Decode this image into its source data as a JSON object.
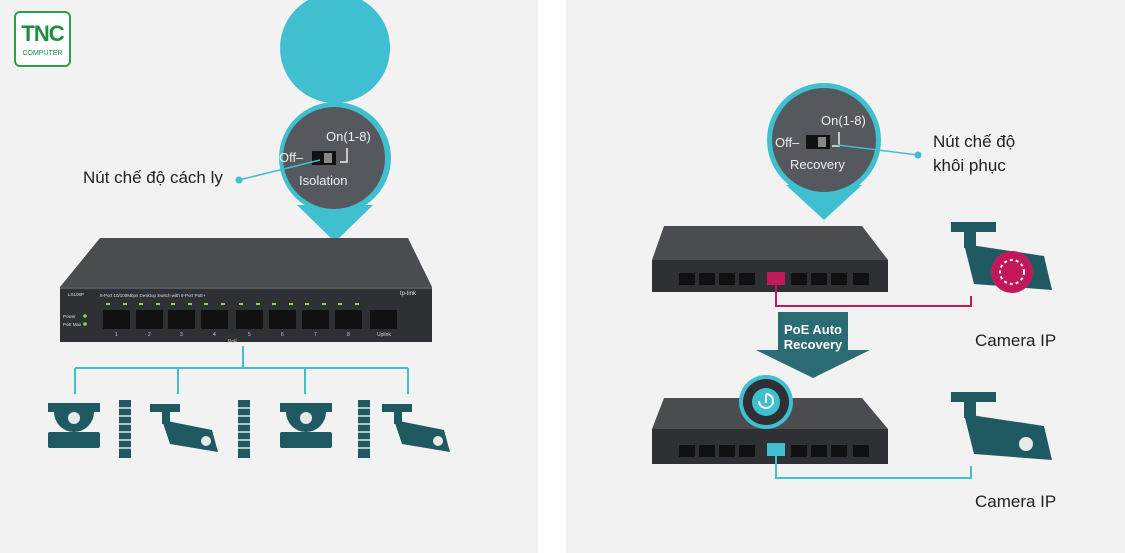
{
  "logo": {
    "brand": "TNC",
    "subtitle": "COMPUTER"
  },
  "left": {
    "callout_label": "Nút chế độ cách ly",
    "switch_off": "Off–",
    "switch_on": "On(1-8)",
    "switch_name": "Isolation",
    "switch_model": "LS108P",
    "switch_desc": "8-Port 10/100Mbps Desktop Switch with 8-Port PoE+",
    "brand": "tp-link",
    "led_power": "Power",
    "led_poemax": "PoE Max",
    "port_numbers": [
      "1",
      "2",
      "3",
      "4",
      "5",
      "6",
      "7",
      "8"
    ],
    "poe_label": "PoE",
    "uplink_label": "Uplink",
    "devices": [
      "dome-camera",
      "bullet-camera",
      "dome-camera",
      "bullet-camera"
    ]
  },
  "right": {
    "callout_label_line1": "Nút chế độ",
    "callout_label_line2": "khôi phục",
    "switch_off": "Off–",
    "switch_on": "On(1-8)",
    "switch_name": "Recovery",
    "arrow_line1": "PoE Auto",
    "arrow_line2": "Recovery",
    "camera_top": "Camera IP",
    "camera_bottom": "Camera IP"
  },
  "colors": {
    "accent": "#3fbfcf",
    "fault": "#c2185b",
    "camera": "#1f5a63",
    "switch": "#3b3d40",
    "arrow": "#2a6b74",
    "logo": "#1f8d3e"
  }
}
